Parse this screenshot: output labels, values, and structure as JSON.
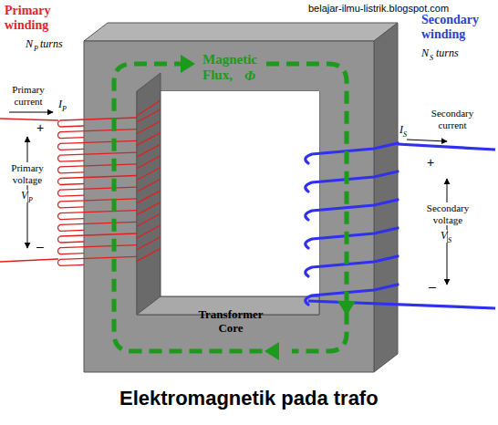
{
  "diagram": {
    "caption": "Elektromagnetik pada trafo",
    "labels": [
      "belajar-ilmu-listrik.blogspot.com",
      "Primary winding",
      "N",
      "P",
      "turns",
      "Secondary winding",
      "N",
      "S",
      "turns",
      "Magnetic Flux,",
      "Φ",
      "Primary current",
      "I",
      "P",
      "+",
      "Primary voltage",
      "V",
      "P",
      "–",
      "Secondary current",
      "I",
      "S",
      "+",
      "Secondary voltage",
      "V",
      "S",
      "–",
      "Transformer Core"
    ]
  }
}
